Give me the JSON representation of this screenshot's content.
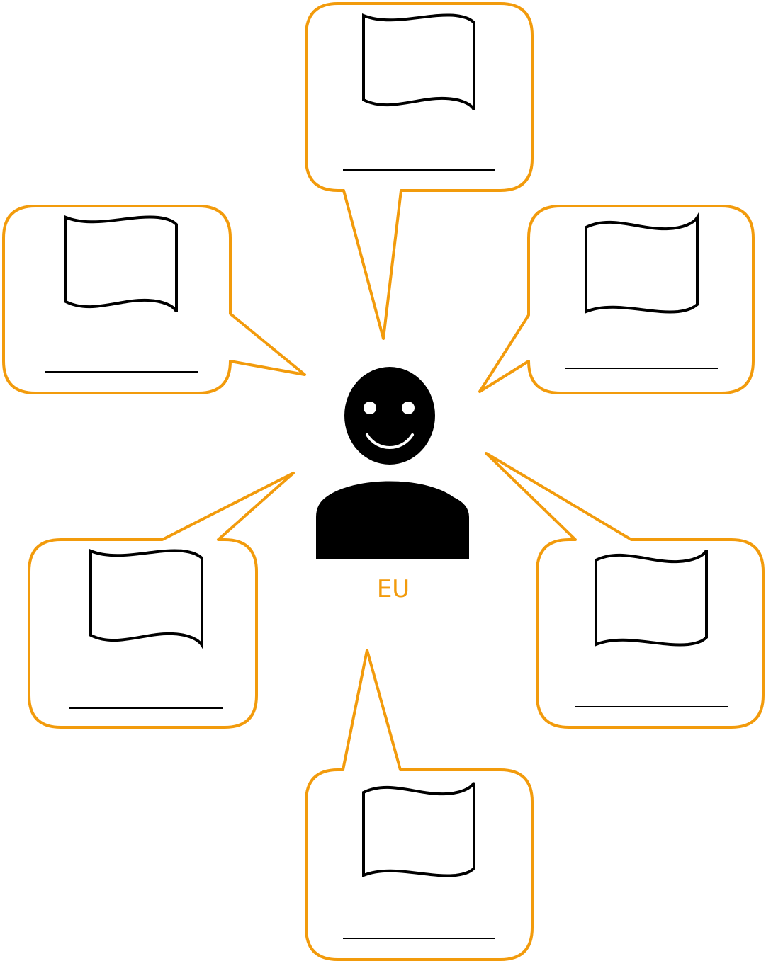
{
  "center": {
    "label": "EU"
  },
  "colors": {
    "accent": "#f29b0c",
    "ink": "#000000",
    "background": "#ffffff"
  },
  "bubbles": [
    {
      "id": "top",
      "icon": "flag-icon",
      "answer": ""
    },
    {
      "id": "upper-left",
      "icon": "flag-icon",
      "answer": ""
    },
    {
      "id": "upper-right",
      "icon": "flag-icon",
      "answer": ""
    },
    {
      "id": "lower-left",
      "icon": "flag-icon",
      "answer": ""
    },
    {
      "id": "lower-right",
      "icon": "flag-icon",
      "answer": ""
    },
    {
      "id": "bottom",
      "icon": "flag-icon",
      "answer": ""
    }
  ]
}
